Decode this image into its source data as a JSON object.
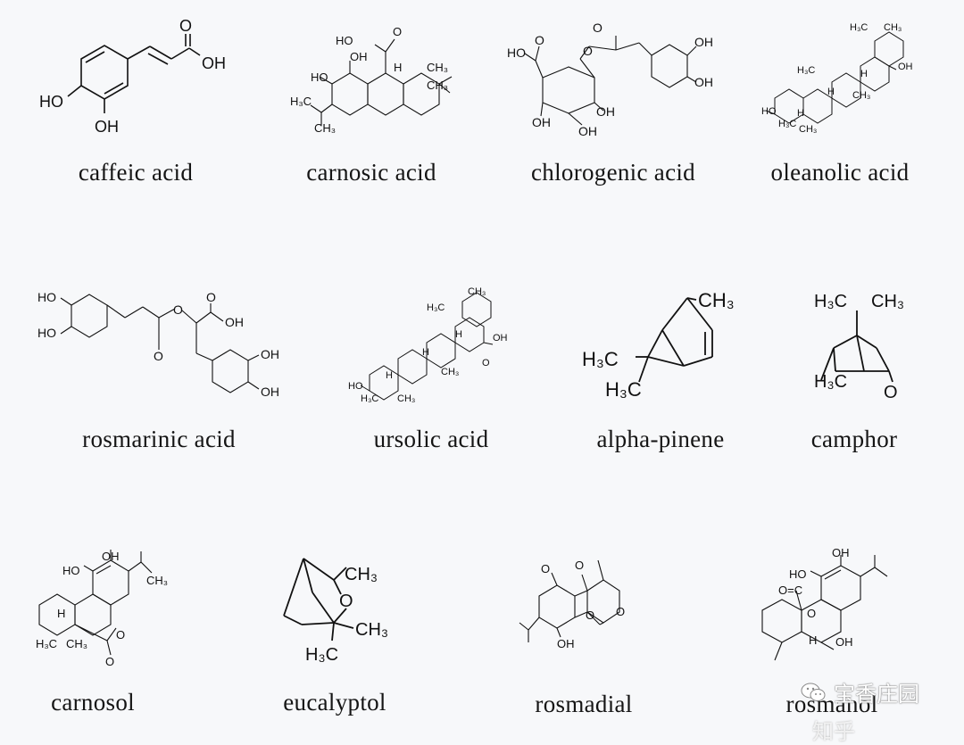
{
  "compounds": [
    {
      "name": "caffeic acid",
      "labels": {
        "oh1": "OH",
        "o1": "O",
        "ho": "HO",
        "oh2": "OH"
      }
    },
    {
      "name": "carnosic acid",
      "labels": {
        "ho1": "HO",
        "o1": "O",
        "oh1": "OH",
        "ho2": "HO",
        "h": "H",
        "ch3a": "CH₃",
        "ch3b": "CH₃",
        "h3c": "H₃C",
        "ch3c": "CH₃"
      }
    },
    {
      "name": "chlorogenic acid",
      "labels": {
        "ho": "HO",
        "o1": "O",
        "o2": "O",
        "o3": "O",
        "oh1": "OH",
        "oh2": "OH",
        "oh3": "OH",
        "oh4": "OH",
        "oh5": "OH"
      }
    },
    {
      "name": "oleanolic acid",
      "labels": {
        "h3c1": "H₃C",
        "ch3a": "CH₃",
        "h3c2": "H₃C",
        "oh": "OH",
        "ho": "HO",
        "h1": "H",
        "h2": "H",
        "ch3b": "CH₃",
        "h3c3": "H₃C",
        "ch3c": "CH₃",
        "h3": "H"
      }
    },
    {
      "name": "rosmarinic acid",
      "labels": {
        "ho1": "HO",
        "ho2": "HO",
        "o1": "O",
        "o2": "O",
        "o3": "O",
        "oh1": "OH",
        "oh2": "OH",
        "oh3": "OH"
      }
    },
    {
      "name": "ursolic acid",
      "labels": {
        "ch3a": "CH₃",
        "h3c1": "H₃C",
        "oh": "OH",
        "ho": "HO",
        "h1": "H",
        "h2": "H",
        "h3": "H",
        "ch3b": "CH₃",
        "h3c2": "H₃C",
        "ch3c": "CH₃",
        "o1": "O"
      }
    },
    {
      "name": "alpha-pinene",
      "labels": {
        "ch3": "CH₃",
        "h3c1": "H₃C",
        "h3c2": "H₃C"
      }
    },
    {
      "name": "camphor",
      "labels": {
        "h3c1": "H₃C",
        "ch3": "CH₃",
        "h3c2": "H₃C",
        "o": "O"
      }
    },
    {
      "name": "carnosol",
      "labels": {
        "oh": "OH",
        "ho": "HO",
        "ch3": "CH₃",
        "h": "H",
        "h3c": "H₃C",
        "ch3b": "CH₃",
        "o1": "O",
        "o2": "O"
      }
    },
    {
      "name": "eucalyptol",
      "labels": {
        "ch3a": "CH₃",
        "o": "O",
        "ch3b": "CH₃",
        "h3c": "H₃C"
      }
    },
    {
      "name": "rosmadial",
      "labels": {
        "o1": "O",
        "o2": "O",
        "o3": "O",
        "o4": "O",
        "oh": "OH"
      }
    },
    {
      "name": "rosmanol",
      "labels": {
        "ho": "HO",
        "oh1": "OH",
        "oc": "O=C",
        "o": "O",
        "h": "H",
        "oh2": "OH"
      }
    }
  ],
  "watermark": {
    "text": "宝香庄园",
    "text2": "知乎"
  }
}
